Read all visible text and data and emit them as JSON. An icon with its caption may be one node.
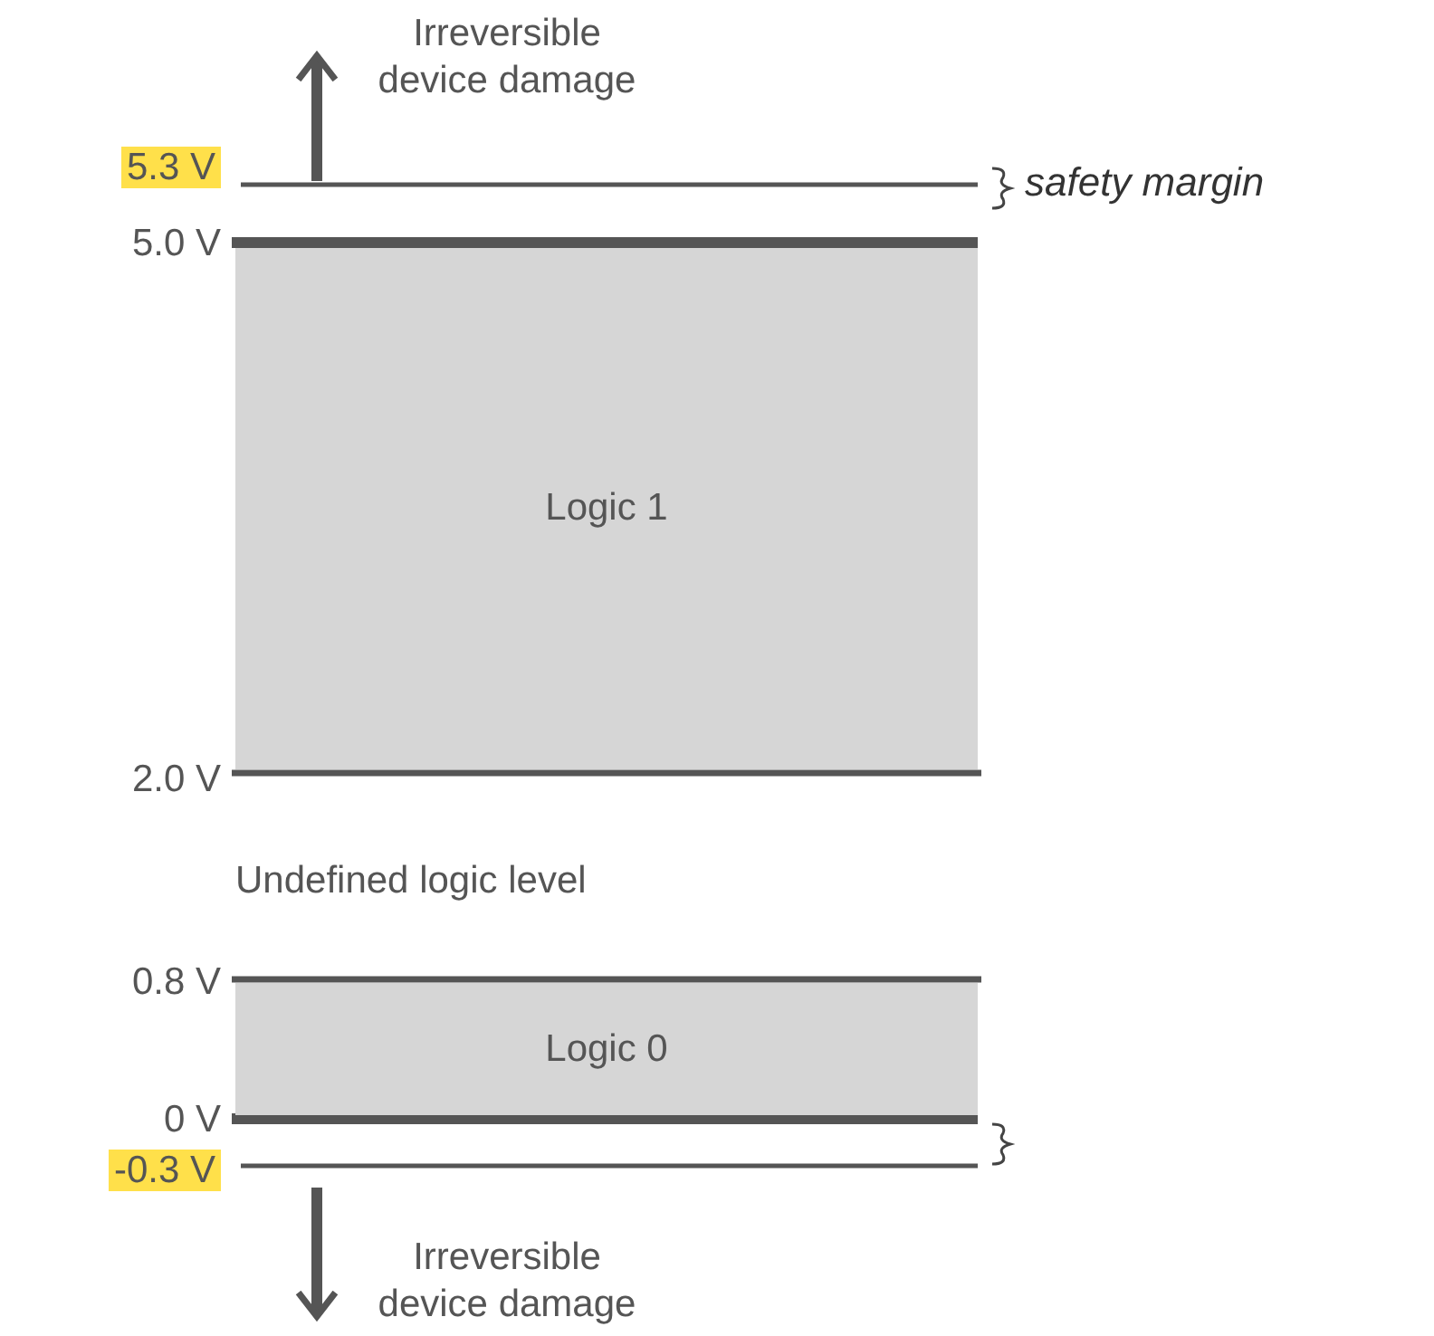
{
  "diagram": {
    "nodes": [
      {
        "text": [
          "Logic 1"
        ]
      },
      {
        "text": [
          "Logic 0"
        ]
      }
    ],
    "labels": [
      "Irreversible device damage",
      "5.3 V",
      "safety margin",
      "5.0 V",
      "2.0 V",
      "Undefined logic level",
      "0.8 V",
      "0 V",
      "-0.3 V",
      "Irreversible device damage"
    ]
  }
}
